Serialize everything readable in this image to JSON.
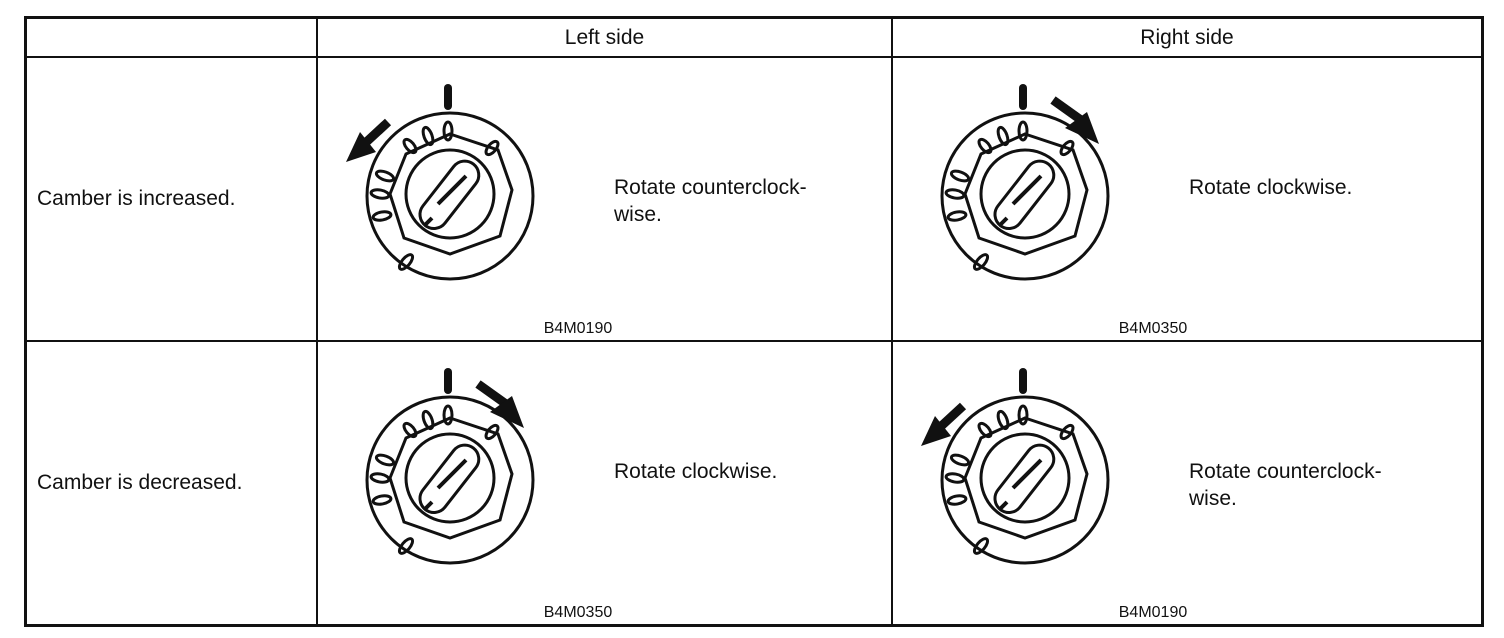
{
  "header": {
    "corner": "",
    "left_side": "Left side",
    "right_side": "Right side"
  },
  "rows": [
    {
      "label": "Camber is increased.",
      "left": {
        "instruction_line1": "Rotate counterclock-",
        "instruction_line2": "wise.",
        "code": "B4M0190",
        "rotation": "counterclockwise"
      },
      "right": {
        "instruction_line1": "Rotate clockwise.",
        "instruction_line2": "",
        "code": "B4M0350",
        "rotation": "clockwise"
      }
    },
    {
      "label": "Camber is decreased.",
      "left": {
        "instruction_line1": "Rotate clockwise.",
        "instruction_line2": "",
        "code": "B4M0350",
        "rotation": "clockwise"
      },
      "right": {
        "instruction_line1": "Rotate counterclock-",
        "instruction_line2": "wise.",
        "code": "B4M0190",
        "rotation": "counterclockwise"
      }
    }
  ],
  "icons": {
    "dial": "cam-bolt-dial-icon",
    "arrow_cw": "clockwise-arrow-icon",
    "arrow_ccw": "counterclockwise-arrow-icon"
  }
}
